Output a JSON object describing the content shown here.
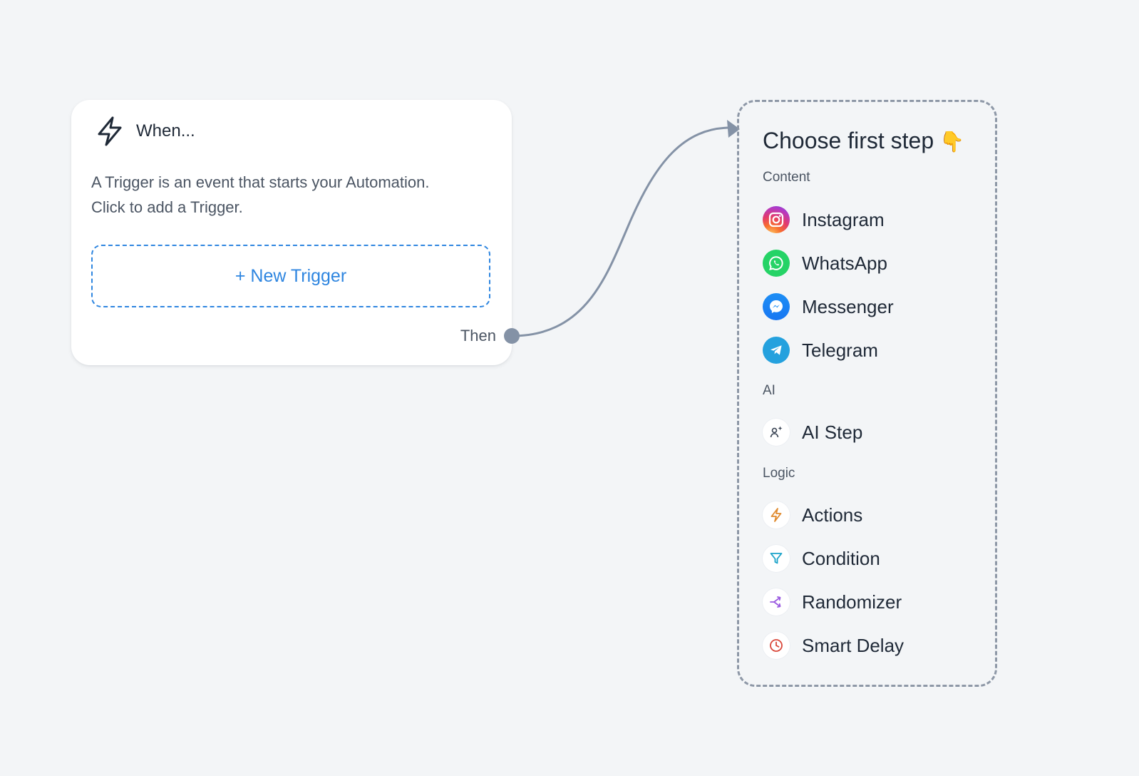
{
  "trigger": {
    "title": "When...",
    "description_line1": "A Trigger is an event that starts your Automation.",
    "description_line2": "Click to add a Trigger.",
    "new_trigger_label": "+ New Trigger",
    "then_label": "Then"
  },
  "steps_panel": {
    "title": "Choose first step",
    "title_emoji": "👇",
    "sections": [
      {
        "label": "Content",
        "items": [
          {
            "label": "Instagram",
            "icon": "instagram-icon"
          },
          {
            "label": "WhatsApp",
            "icon": "whatsapp-icon"
          },
          {
            "label": "Messenger",
            "icon": "messenger-icon"
          },
          {
            "label": "Telegram",
            "icon": "telegram-icon"
          }
        ]
      },
      {
        "label": "AI",
        "items": [
          {
            "label": "AI Step",
            "icon": "ai-user-sparkle-icon"
          }
        ]
      },
      {
        "label": "Logic",
        "items": [
          {
            "label": "Actions",
            "icon": "bolt-icon"
          },
          {
            "label": "Condition",
            "icon": "filter-icon"
          },
          {
            "label": "Randomizer",
            "icon": "split-arrows-icon"
          },
          {
            "label": "Smart Delay",
            "icon": "clock-icon"
          }
        ]
      }
    ]
  },
  "colors": {
    "background": "#f3f5f7",
    "accent_blue": "#2f86e0",
    "connector": "#8492a6",
    "whatsapp": "#25d366",
    "messenger": "#1d8ef5",
    "telegram": "#24a1de",
    "actions": "#e08a2e",
    "condition": "#1aa3c9",
    "randomizer": "#9a5ae0",
    "smart_delay": "#d9473a"
  }
}
